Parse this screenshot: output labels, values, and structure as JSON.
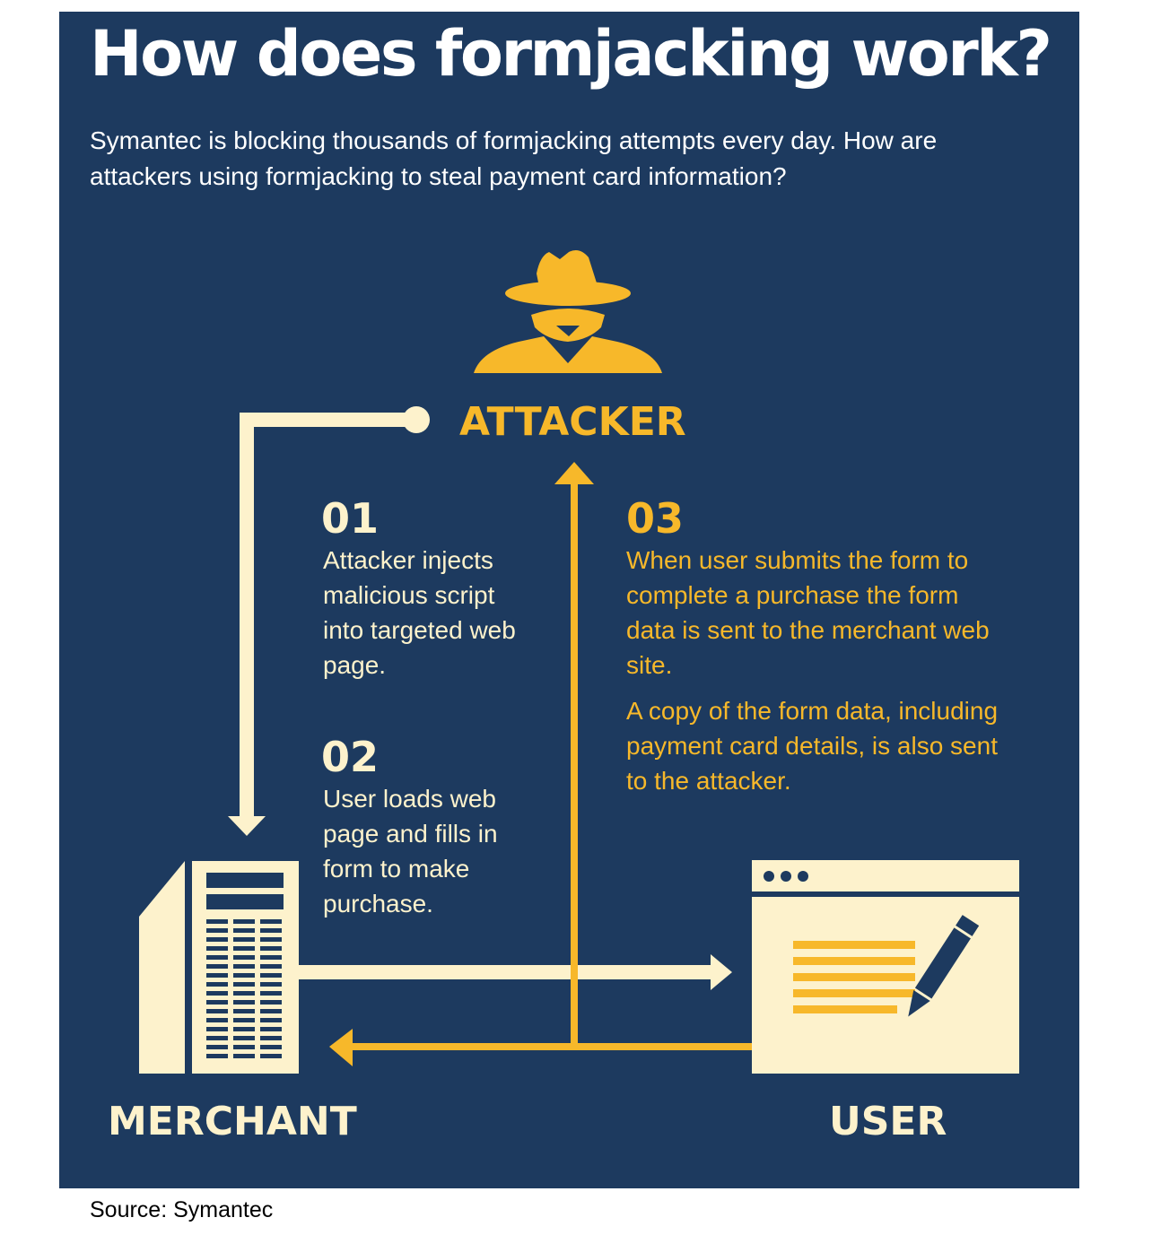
{
  "title": "How does formjacking work?",
  "subtitle": "Symantec is blocking thousands of formjacking attempts every day. How are attackers using formjacking to steal payment card information?",
  "nodes": {
    "attacker": "ATTACKER",
    "merchant": "MERCHANT",
    "user": "USER"
  },
  "steps": [
    {
      "number": "01",
      "text": "Attacker injects malicious script into targeted web page."
    },
    {
      "number": "02",
      "text": "User loads web page and fills in form to make purchase."
    },
    {
      "number": "03",
      "text": "When user submits the form to complete a purchase the form data is sent to the merchant web site.",
      "text2": "A copy of the form data, including payment card details, is also sent to the attacker."
    }
  ],
  "source": "Source: Symantec",
  "colors": {
    "background": "#1d3a5f",
    "yellow": "#f7b82a",
    "cream": "#fdf2cc"
  },
  "icons": [
    "spy-icon",
    "server-icon",
    "browser-form-icon",
    "pencil-icon"
  ]
}
